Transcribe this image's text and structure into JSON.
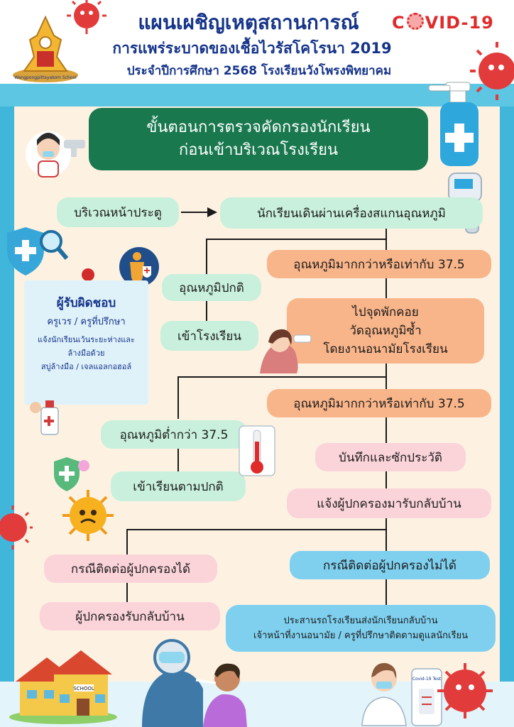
{
  "header": {
    "title_line1": "แผนเผชิญเหตุสถานการณ์",
    "title_line2": "การแพร่ระบาดของเชื้อไวรัสโคโรนา 2019",
    "title_line3": "ประจำปีการศึกษา 2568 โรงเรียนวังโพรงพิทยาคม",
    "covid_pre": "C",
    "covid_post": "VID-19",
    "logo_text": "Wangpongpittayakom School"
  },
  "flow": {
    "title_line1": "ขั้นตอนการตรวจคัดกรองนักเรียน",
    "title_line2": "ก่อนเข้าบริเวณโรงเรียน",
    "front_gate": "บริเวณหน้าประตู",
    "walk_scanner": "นักเรียนเดินผ่านเครื่องสแกนอุณหภูมิ",
    "temp_normal": "อุณหภูมิปกติ",
    "enter_school": "เข้าโรงเรียน",
    "temp_high_1": "อุณหภูมิมากกว่าหรือเท่ากับ 37.5",
    "rest_line1": "ไปจุดพักคอย",
    "rest_line2": "วัดอุณหภูมิซ้ำ",
    "rest_line3": "โดยงานอนามัยโรงเรียน",
    "temp_high_2": "อุณหภูมิมากกว่าหรือเท่ากับ 37.5",
    "temp_low": "อุณหภูมิต่ำกว่า 37.5",
    "attend_normal": "เข้าเรียนตามปกติ",
    "record_history": "บันทึกและซักประวัติ",
    "notify_parents": "แจ้งผู้ปกครองมารับกลับบ้าน",
    "contact_ok": "กรณีติดต่อผู้ปกครองได้",
    "parent_pickup": "ผู้ปกครองรับกลับบ้าน",
    "contact_fail": "กรณีติดต่อผู้ปกครองไม่ได้",
    "coordinate_line1": "ประสานรถโรงเรียนส่งนักเรียนกลับบ้าน",
    "coordinate_line2": "เจ้าหน้าที่งานอนามัย / ครูที่ปรึกษาติดตามดูแลนักเรียน"
  },
  "responsible": {
    "heading": "ผู้รับผิดชอบ",
    "staff": "ครูเวร / ครูที่ปรึกษา",
    "detail_line1": "แจ้งนักเรียนเว้นระยะห่างและ",
    "detail_line2": "ล้างมือด้วย",
    "detail_line3": "สบู่ล้างมือ / เจลแอลกอฮอล์"
  },
  "illustrations": {
    "school_sign": "SCHOOL",
    "test_kit_label": "Covid-19 Test"
  },
  "icons": [
    "virus-icon",
    "spray-bottle-icon",
    "thermometer-gun-icon",
    "shield-plus-icon",
    "magnifier-icon",
    "body-scan-icon",
    "thermometer-icon",
    "gel-bottle-icon",
    "school-building-icon",
    "doctor-icon",
    "test-kit-icon"
  ],
  "colors": {
    "title_blue": "#15348a",
    "covid_red": "#e02b2b",
    "green_header": "#19784e",
    "pill_green": "#c8f0dc",
    "pill_orange": "#f9b58a",
    "pill_pink": "#fbd4da",
    "pill_blue": "#7fd0ef",
    "panel_cream": "#fdf2e2",
    "side_blue": "#3fb6da"
  }
}
